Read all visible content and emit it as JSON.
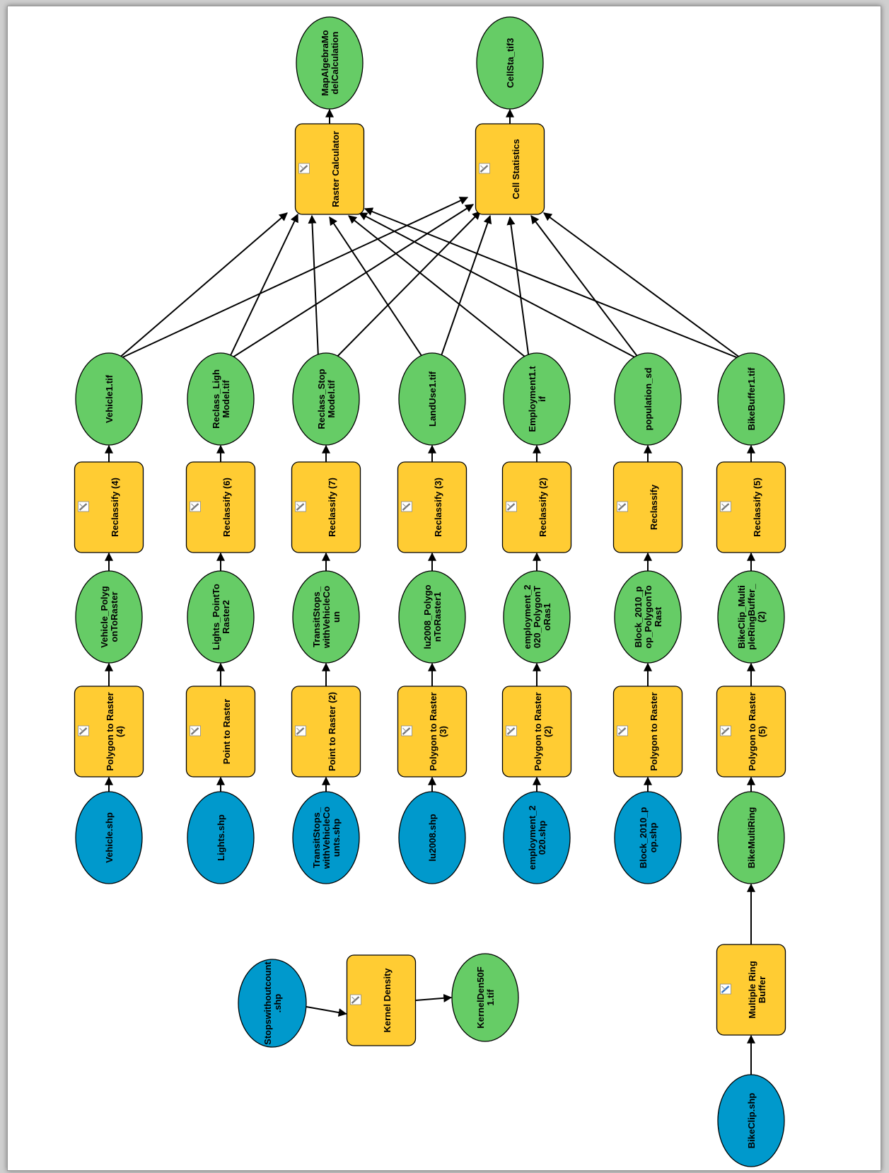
{
  "colors": {
    "data": "#0099cc",
    "output": "#66cc66",
    "tool": "#ffcc33"
  },
  "rows": [
    {
      "source": "Vehicle.shp",
      "convert": "Polygon to Raster\n(4)",
      "intermediate": "Vehicle_Polyg\nonToRaster",
      "reclass": "Reclassify (4)",
      "result": "Vehicle1.tif"
    },
    {
      "source": "Lights.shp",
      "convert": "Point to Raster",
      "intermediate": "Lights_PointTo\nRaster2",
      "reclass": "Reclassify (6)",
      "result": "Reclass_Ligh\nModel.tif"
    },
    {
      "source": "TransitStops_\nwithVehicleCo\nunts.shp",
      "convert": "Point to Raster (2)",
      "intermediate": "TransitStops_\nwithVehicleCo\nun",
      "reclass": "Reclassify (7)",
      "result": "Reclass_Stop\nModel.tif"
    },
    {
      "source": "lu2008.shp",
      "convert": "Polygon to Raster\n(3)",
      "intermediate": "lu2008_Polygo\nnToRaster1",
      "reclass": "Reclassify (3)",
      "result": "LandUse1.tif"
    },
    {
      "source": "employment_2\n020.shp",
      "convert": "Polygon to Raster\n(2)",
      "intermediate": "employment_2\n020_PolygonT\noRas1",
      "reclass": "Reclassify (2)",
      "result": "Employment1.t\nif"
    },
    {
      "source": "Block_2010_p\nop.shp",
      "convert": "Polygon to Raster",
      "intermediate": "Block_2010_p\nop_PolygonTo\nRast",
      "reclass": "Reclassify",
      "result": "population_sd"
    },
    {
      "source": "BikeClip.shp",
      "buffer_tool": "Multiple Ring\nBuffer",
      "buffer_output": "BikeMultiRing",
      "convert": "Polygon to Raster\n(5)",
      "intermediate": "BikeClip_Multi\npleRingBuffer_\n(2)",
      "reclass": "Reclassify (5)",
      "result": "BikeBuffer1.tif"
    }
  ],
  "raster_calculator": {
    "label": "Raster Calculator",
    "output": "MapAlgebraMo\ndelCalculation"
  },
  "cell_statistics": {
    "label": "Cell Statistics",
    "output": "CellSta_tif3"
  },
  "kernel": {
    "source": "Stopswithoutcount\n.shp",
    "tool": "Kernel Density",
    "output": "KernelDen50F\n1.tif"
  }
}
